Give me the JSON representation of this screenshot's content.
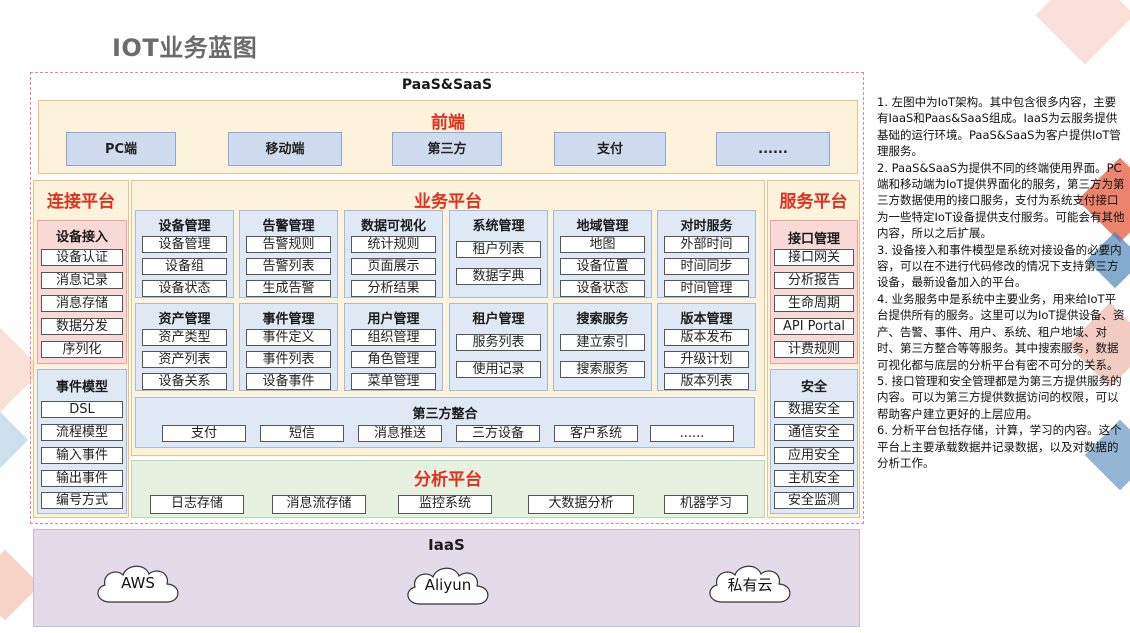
{
  "title": "IOT业务蓝图",
  "paas_label": "PaaS&SaaS",
  "frontend": {
    "title": "前端",
    "items": [
      "PC端",
      "移动端",
      "第三方",
      "支付",
      "......"
    ]
  },
  "connect": {
    "title": "连接平台",
    "device_access": {
      "title": "设备接入",
      "items": [
        "设备认证",
        "消息记录",
        "消息存储",
        "数据分发",
        "序列化"
      ]
    },
    "event_model": {
      "title": "事件模型",
      "items": [
        "DSL",
        "流程模型",
        "输入事件",
        "输出事件",
        "编号方式"
      ]
    }
  },
  "business": {
    "title": "业务平台",
    "row1": [
      {
        "title": "设备管理",
        "items": [
          "设备管理",
          "设备组",
          "设备状态"
        ]
      },
      {
        "title": "告警管理",
        "items": [
          "告警规则",
          "告警列表",
          "生成告警"
        ]
      },
      {
        "title": "数据可视化",
        "items": [
          "统计规则",
          "页面展示",
          "分析结果"
        ]
      },
      {
        "title": "系统管理",
        "items": [
          "租户列表",
          "数据字典"
        ]
      },
      {
        "title": "地域管理",
        "items": [
          "地图",
          "设备位置",
          "设备状态"
        ]
      },
      {
        "title": "对时服务",
        "items": [
          "外部时间",
          "时间同步",
          "时间管理"
        ]
      }
    ],
    "row2": [
      {
        "title": "资产管理",
        "items": [
          "资产类型",
          "资产列表",
          "设备关系"
        ]
      },
      {
        "title": "事件管理",
        "items": [
          "事件定义",
          "事件列表",
          "设备事件"
        ]
      },
      {
        "title": "用户管理",
        "items": [
          "组织管理",
          "角色管理",
          "菜单管理"
        ]
      },
      {
        "title": "租户管理",
        "items": [
          "服务列表",
          "使用记录"
        ]
      },
      {
        "title": "搜索服务",
        "items": [
          "建立索引",
          "搜索服务"
        ]
      },
      {
        "title": "版本管理",
        "items": [
          "版本发布",
          "升级计划",
          "版本列表"
        ]
      }
    ],
    "third_party": {
      "title": "第三方整合",
      "items": [
        "支付",
        "短信",
        "消息推送",
        "三方设备",
        "客户系统",
        "......"
      ]
    }
  },
  "service": {
    "title": "服务平台",
    "api": {
      "title": "接口管理",
      "items": [
        "接口网关",
        "分析报告",
        "生命周期",
        "API Portal",
        "计费规则"
      ]
    },
    "security": {
      "title": "安全",
      "items": [
        "数据安全",
        "通信安全",
        "应用安全",
        "主机安全",
        "安全监测"
      ]
    }
  },
  "analysis": {
    "title": "分析平台",
    "items": [
      "日志存储",
      "消息流存储",
      "监控系统",
      "大数据分析",
      "机器学习"
    ]
  },
  "iaas": {
    "title": "IaaS",
    "clouds": [
      "AWS",
      "Aliyun",
      "私有云"
    ]
  },
  "notes": [
    "1. 左图中为IoT架构。其中包含很多内容，主要有IaaS和Paas&SaaS组成。IaaS为云服务提供基础的运行环境。PaaS&SaaS为客户提供IoT管理服务。",
    "2. PaaS&SaaS为提供不同的终端使用界面。PC端和移动端为IoT提供界面化的服务，第三方为第三方数据使用的接口服务，支付为系统支付接口为一些特定IoT设备提供支付服务。可能会有其他内容，所以之后扩展。",
    "3. 设备接入和事件模型是系统对接设备的必要内容，可以在不进行代码修改的情况下支持第三方设备，最新设备加入的平台。",
    "4. 业务服务中是系统中主要业务，用来给IoT平台提供所有的服务。这里可以为IoT提供设备、资产、告警、事件、用户、系统、租户地域、对时、第三方整合等等服务。其中搜索服务，数据可视化都与底层的分析平台有密不可分的关系。",
    "5. 接口管理和安全管理都是为第三方提供服务的内容。可以为第三方提供数据访问的权限，可以帮助客户建立更好的上层应用。",
    "6. 分析平台包括存储，计算，学习的内容。这个平台上主要承载数据并记录数据，以及对数据的分析工作。"
  ],
  "colors": {
    "accent_red": "#e0301e",
    "frame_orange": "#f0c080",
    "cell_blue": "#dfe8f5",
    "analysis_green": "#e6f1df",
    "iaas_purple": "#e4dbea"
  }
}
